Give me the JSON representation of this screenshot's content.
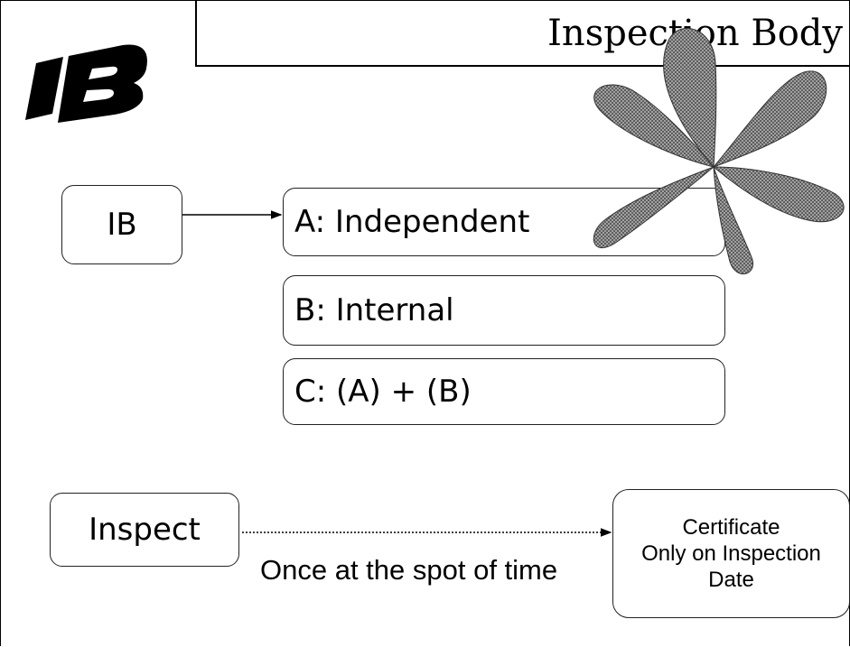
{
  "header": {
    "title": "Inspection Body",
    "logo_text": "IB"
  },
  "diagram": {
    "source_node": "IB",
    "options": [
      "A: Independent",
      "B: Internal",
      "C: (A) + (B)"
    ],
    "process": {
      "action": "Inspect",
      "result_lines": [
        "Certificate",
        "Only on Inspection",
        "Date"
      ],
      "connector_label": "Once at the spot of time"
    }
  },
  "colors": {
    "ink": "#000000",
    "flower_fill": "#8a8a8a"
  }
}
